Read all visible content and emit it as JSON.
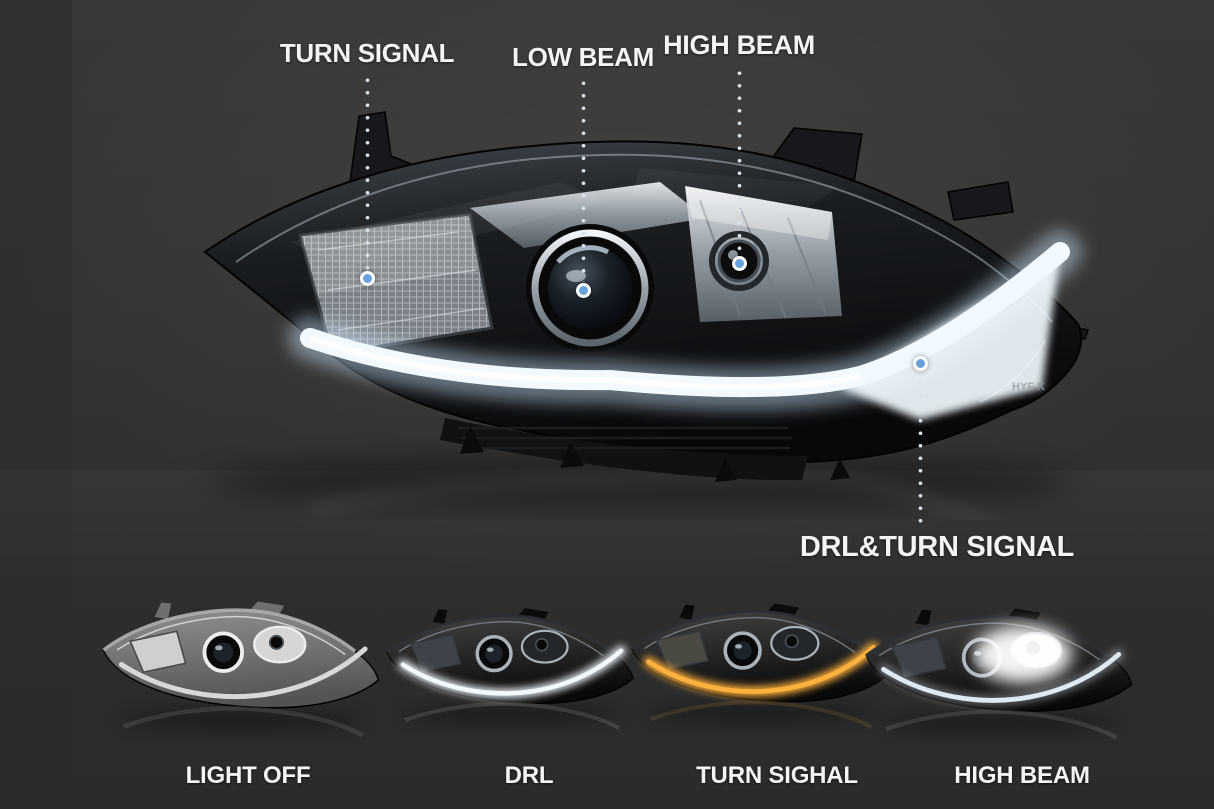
{
  "callouts": {
    "turn_signal": {
      "label": "TURN SIGNAL"
    },
    "low_beam": {
      "label": "LOW BEAM"
    },
    "high_beam": {
      "label": "HIGH BEAM"
    },
    "drl_turn_signal": {
      "label": "DRL&TURN SIGNAL"
    }
  },
  "lens_marking": "HYF  K",
  "modes": [
    {
      "id": "light-off",
      "label": "LIGHT OFF"
    },
    {
      "id": "drl",
      "label": "DRL"
    },
    {
      "id": "turn-signal",
      "label": "TURN SIGHAL"
    },
    {
      "id": "high-beam",
      "label": "HIGH BEAM"
    }
  ],
  "colors": {
    "background": "#383838",
    "background_edge": "#2b2b2b",
    "label_text": "#f4f4f4",
    "dotted_line": "#d9e3ee",
    "marker_fill": "#67a2dd",
    "marker_ring": "#ffffff",
    "drl_white": "#f2faff",
    "drl_glow": "#cfe9ff",
    "turn_amber": "#ffb23e"
  }
}
